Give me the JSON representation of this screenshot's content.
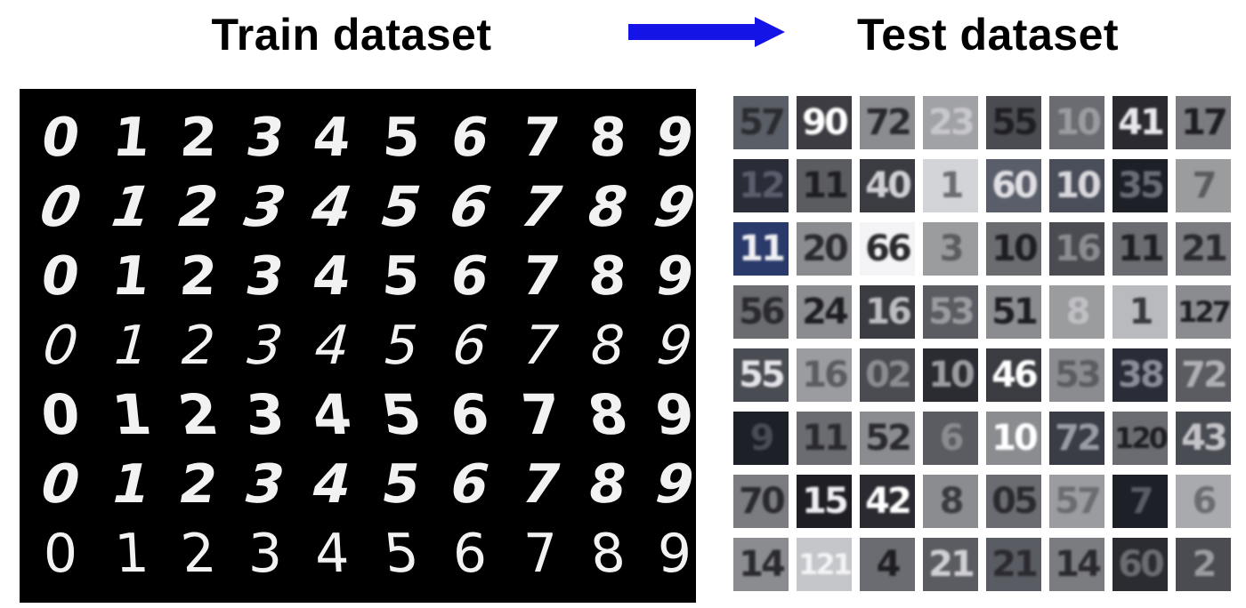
{
  "titles": {
    "train": "Train dataset",
    "test": "Test dataset"
  },
  "colors": {
    "arrow": "#1414e6",
    "train_bg": "#000000",
    "digit": "#f2f2f2"
  },
  "train_panel": {
    "digits": [
      "0",
      "1",
      "2",
      "3",
      "4",
      "5",
      "6",
      "7",
      "8",
      "9"
    ],
    "rows": 7
  },
  "test_panel": {
    "cells": [
      [
        {
          "t": "57",
          "bg": "#5a5e66",
          "fg": "#2a2c30"
        },
        {
          "t": "90",
          "bg": "#3c3c42",
          "fg": "#ffffff"
        },
        {
          "t": "72",
          "bg": "#8a8c90",
          "fg": "#2a2a2e"
        },
        {
          "t": "23",
          "bg": "#a0a2a6",
          "fg": "#c8c8cc"
        },
        {
          "t": "55",
          "bg": "#4a4c52",
          "fg": "#1e1e22"
        },
        {
          "t": "10",
          "bg": "#6a6c72",
          "fg": "#9a9ca0"
        },
        {
          "t": "41",
          "bg": "#2a2a30",
          "fg": "#e8e8ec"
        },
        {
          "t": "17",
          "bg": "#7a7c80",
          "fg": "#1e1e22"
        }
      ],
      [
        {
          "t": "12",
          "bg": "#2a2c38",
          "fg": "#5a5e6c"
        },
        {
          "t": "11",
          "bg": "#5a5c60",
          "fg": "#1e1e22"
        },
        {
          "t": "40",
          "bg": "#3a3c42",
          "fg": "#cfcfd4"
        },
        {
          "t": "1",
          "bg": "#d2d4d8",
          "fg": "#6a6c70"
        },
        {
          "t": "60",
          "bg": "#5a5e6a",
          "fg": "#e0e0e4"
        },
        {
          "t": "10",
          "bg": "#4a4e5a",
          "fg": "#d8d8dc"
        },
        {
          "t": "35",
          "bg": "#1e2028",
          "fg": "#6a6c74"
        },
        {
          "t": "7",
          "bg": "#9a9c9e",
          "fg": "#5a5c5e"
        }
      ],
      [
        {
          "t": "11",
          "bg": "#2a3a6a",
          "fg": "#f0f0f4"
        },
        {
          "t": "20",
          "bg": "#8a8c90",
          "fg": "#2a2a2e"
        },
        {
          "t": "66",
          "bg": "#f4f4f6",
          "fg": "#2a2a2e"
        },
        {
          "t": "3",
          "bg": "#9a9c9e",
          "fg": "#5a5c5e"
        },
        {
          "t": "10",
          "bg": "#6a6c70",
          "fg": "#1e1e22"
        },
        {
          "t": "16",
          "bg": "#4a4c52",
          "fg": "#8a8c90"
        },
        {
          "t": "11",
          "bg": "#6a6c72",
          "fg": "#1e1e22"
        },
        {
          "t": "21",
          "bg": "#7a7c80",
          "fg": "#2a2a2e"
        }
      ],
      [
        {
          "t": "56",
          "bg": "#6a6c70",
          "fg": "#2a2a2e"
        },
        {
          "t": "24",
          "bg": "#8a8c90",
          "fg": "#1e1e22"
        },
        {
          "t": "16",
          "bg": "#3a3c42",
          "fg": "#bcbcc0"
        },
        {
          "t": "53",
          "bg": "#5a5c62",
          "fg": "#9a9ca0"
        },
        {
          "t": "51",
          "bg": "#8a8c90",
          "fg": "#1e1e22"
        },
        {
          "t": "8",
          "bg": "#9a9c9e",
          "fg": "#c0c0c4"
        },
        {
          "t": "1",
          "bg": "#b8babe",
          "fg": "#3a3a3e"
        },
        {
          "t": "127",
          "bg": "#8a8c90",
          "fg": "#1e1e22"
        }
      ],
      [
        {
          "t": "55",
          "bg": "#4a4c54",
          "fg": "#e4e4e8"
        },
        {
          "t": "16",
          "bg": "#9a9ca0",
          "fg": "#5a5c60"
        },
        {
          "t": "02",
          "bg": "#4a4c52",
          "fg": "#8a8c90"
        },
        {
          "t": "10",
          "bg": "#2a2c32",
          "fg": "#9a9ca0"
        },
        {
          "t": "46",
          "bg": "#3a3c42",
          "fg": "#ffffff"
        },
        {
          "t": "53",
          "bg": "#8a8c90",
          "fg": "#5a5c60"
        },
        {
          "t": "38",
          "bg": "#2a2c38",
          "fg": "#8a8c96"
        },
        {
          "t": "72",
          "bg": "#5a5c62",
          "fg": "#b0b0b4"
        }
      ],
      [
        {
          "t": "9",
          "bg": "#1e2028",
          "fg": "#4a4c54"
        },
        {
          "t": "11",
          "bg": "#6a6c72",
          "fg": "#2a2a2e"
        },
        {
          "t": "52",
          "bg": "#8a8c90",
          "fg": "#2a2a2e"
        },
        {
          "t": "6",
          "bg": "#5a5c62",
          "fg": "#8a8c90"
        },
        {
          "t": "10",
          "bg": "#8a8c90",
          "fg": "#ffffff"
        },
        {
          "t": "72",
          "bg": "#3a3c46",
          "fg": "#9a9ca4"
        },
        {
          "t": "120",
          "bg": "#6a6c72",
          "fg": "#1e1e22"
        },
        {
          "t": "43",
          "bg": "#4a4c54",
          "fg": "#c4c4c8"
        }
      ],
      [
        {
          "t": "70",
          "bg": "#7a7c80",
          "fg": "#2a2a2e"
        },
        {
          "t": "15",
          "bg": "#1e1e24",
          "fg": "#f0f0f4"
        },
        {
          "t": "42",
          "bg": "#2a2a30",
          "fg": "#ffffff"
        },
        {
          "t": "8",
          "bg": "#8a8c90",
          "fg": "#3a3a3e"
        },
        {
          "t": "05",
          "bg": "#6a6c72",
          "fg": "#2a2a2e"
        },
        {
          "t": "57",
          "bg": "#9a9ca0",
          "fg": "#6a6c70"
        },
        {
          "t": "7",
          "bg": "#1e2028",
          "fg": "#5a5c64"
        },
        {
          "t": "6",
          "bg": "#a8aaae",
          "fg": "#6a6c70"
        }
      ],
      [
        {
          "t": "14",
          "bg": "#8a8c90",
          "fg": "#2a2a2e"
        },
        {
          "t": "121",
          "bg": "#c4c6ca",
          "fg": "#f4f4f6"
        },
        {
          "t": "4",
          "bg": "#6a6c72",
          "fg": "#1e1e22"
        },
        {
          "t": "21",
          "bg": "#5a5c62",
          "fg": "#d0d0d4"
        },
        {
          "t": "21",
          "bg": "#5a5c64",
          "fg": "#2a2a30"
        },
        {
          "t": "14",
          "bg": "#7a7c80",
          "fg": "#2a2a2e"
        },
        {
          "t": "60",
          "bg": "#2a2c32",
          "fg": "#6a6c72"
        },
        {
          "t": "2",
          "bg": "#4a4c52",
          "fg": "#9a9ca0"
        }
      ]
    ]
  }
}
